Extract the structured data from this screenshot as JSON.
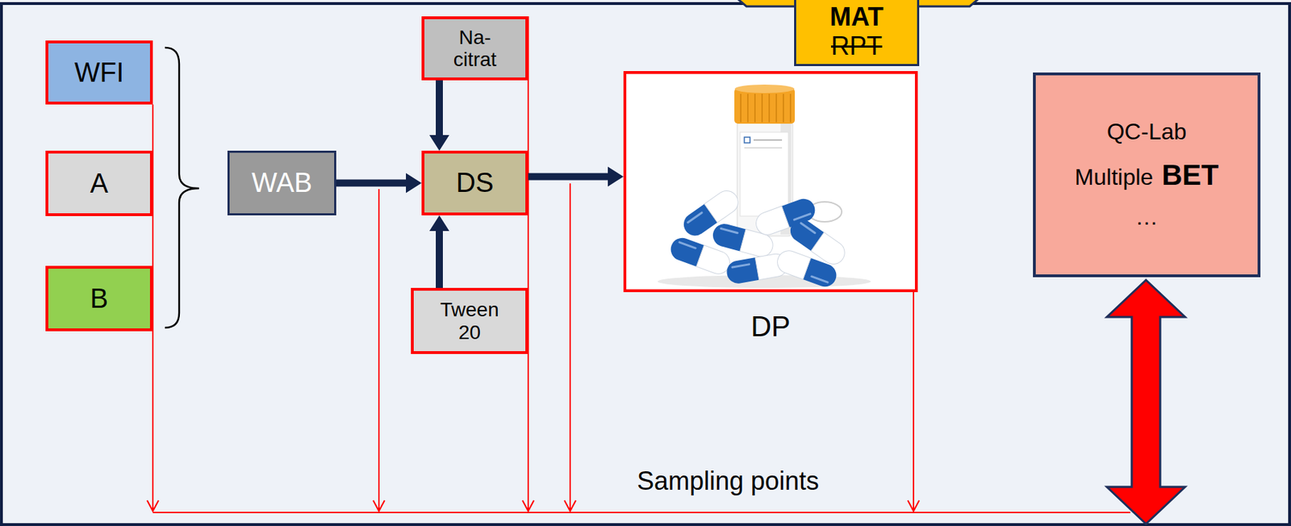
{
  "diagram": {
    "nodes": [
      {
        "text": [
          "WFI"
        ]
      },
      {
        "text": [
          "A"
        ]
      },
      {
        "text": [
          "B"
        ]
      },
      {
        "text": [
          "WAB"
        ]
      },
      {
        "text": [
          "Na- citrat"
        ]
      },
      {
        "text": [
          "DS"
        ]
      },
      {
        "text": [
          "Tween 20"
        ]
      },
      {
        "text": [
          "MAT",
          "RPT"
        ]
      },
      {
        "text": [
          "DP"
        ]
      },
      {
        "text": [
          "QC-Lab",
          "Multiple",
          "BET",
          "…"
        ]
      }
    ],
    "edges": [
      {
        "from": 3,
        "to": 5,
        "arrow": "to"
      },
      {
        "from": 4,
        "to": 5,
        "arrow": "to"
      },
      {
        "from": 6,
        "to": 5,
        "arrow": "to"
      },
      {
        "from": 5,
        "to": 8,
        "arrow": "to"
      }
    ],
    "labels": [
      "Sampling points"
    ]
  }
}
